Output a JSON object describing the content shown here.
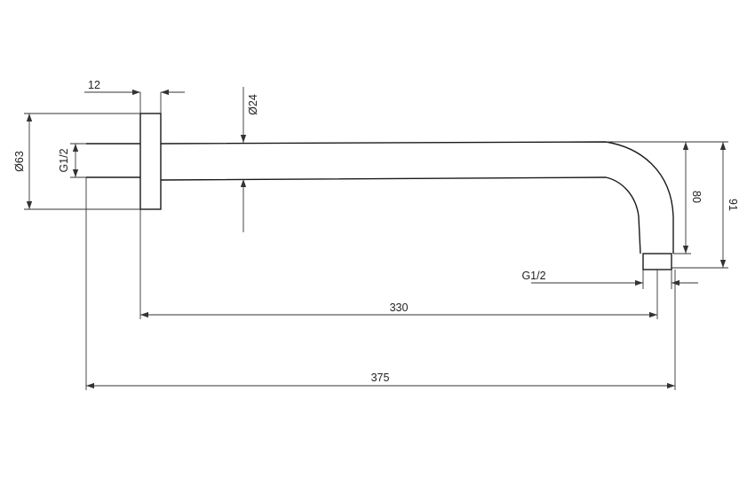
{
  "diagram": {
    "dimensions": {
      "flange_thickness": "12",
      "flange_diameter": "Ø63",
      "wall_thread": "G1/2",
      "pipe_diameter": "Ø24",
      "arm_length": "330",
      "total_length": "375",
      "outlet_thread": "G1/2",
      "bend_height": "80",
      "total_height": "91"
    },
    "colors": {
      "line": "#1a1a1a",
      "dimension": "#333333",
      "background": "#ffffff"
    }
  }
}
